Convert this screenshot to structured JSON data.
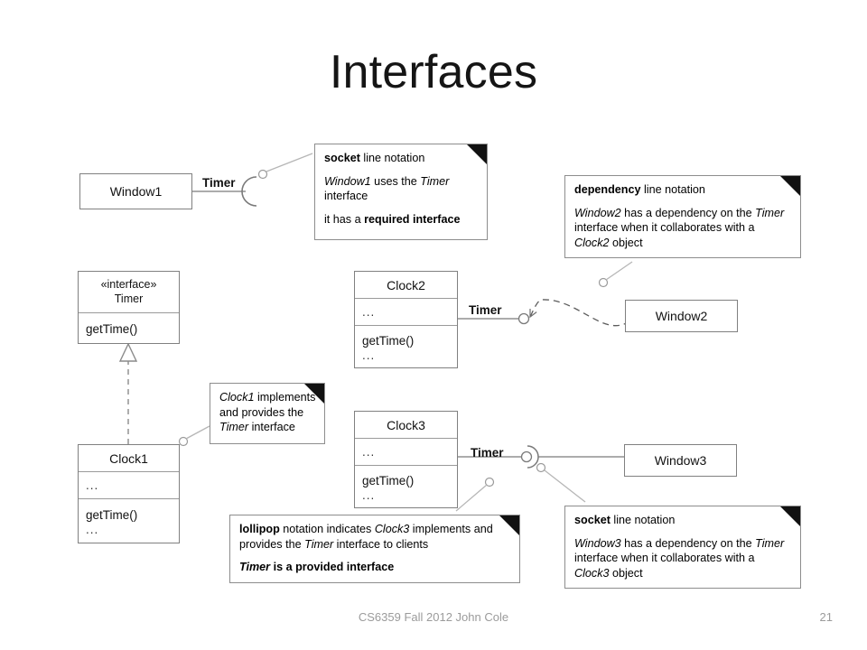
{
  "slide": {
    "title": "Interfaces",
    "footer_text": "CS6359 Fall 2012 John Cole",
    "page_number": "21"
  },
  "colors": {
    "background": "#ffffff",
    "box_border": "#808080",
    "line": "#7a7a7a",
    "note_border": "#8d8d8d",
    "note_fold": "#111111",
    "text": "#111111",
    "footer_text": "#9b9b9b"
  },
  "classes": {
    "window1": {
      "name": "Window1"
    },
    "window2": {
      "name": "Window2"
    },
    "window3": {
      "name": "Window3"
    },
    "timer_interface": {
      "stereotype": "«interface»",
      "name": "Timer",
      "operation": "getTime()"
    },
    "clock1": {
      "name": "Clock1",
      "attributes": "...",
      "operation": "getTime()",
      "operations_more": "..."
    },
    "clock2": {
      "name": "Clock2",
      "attributes": "...",
      "operation": "getTime()",
      "operations_more": "..."
    },
    "clock3": {
      "name": "Clock3",
      "attributes": "...",
      "operation": "getTime()",
      "operations_more": "..."
    }
  },
  "edge_labels": {
    "window1_timer": "Timer",
    "clock2_timer": "Timer",
    "clock3_timer": "Timer"
  },
  "notes": {
    "socket_window1": {
      "line1_bold": "socket",
      "line1_rest": " line notation",
      "line2_a_italic": "Window1",
      "line2_b": " uses the ",
      "line2_c_italic": "Timer",
      "line2_d": " interface",
      "line3_a": "it has a ",
      "line3_b_bold": "required interface"
    },
    "dependency_window2": {
      "line1_bold": "dependency",
      "line1_rest": " line notation",
      "line2_a_italic": "Window2",
      "line2_b": " has a dependency on the ",
      "line2_c_italic": "Timer",
      "line2_d": " interface when it collaborates with a ",
      "line2_e_italic": "Clock2",
      "line2_f": " object"
    },
    "clock1_note": {
      "line_a_italic": "Clock1",
      "line_b": " implements and provides the ",
      "line_c_italic": "Timer",
      "line_d": " interface"
    },
    "lollipop_clock3": {
      "line1_a_bold": "lollipop",
      "line1_b": " notation indicates ",
      "line1_c_italic": "Clock3",
      "line1_d": " implements and provides the ",
      "line1_e_italic": "Timer",
      "line1_f": " interface to clients",
      "line2_a_bolditalic": "Timer",
      "line2_b_bold": " is a provided interface"
    },
    "socket_window3": {
      "line1_bold": "socket",
      "line1_rest": " line notation",
      "line2_a_italic": "Window3",
      "line2_b": " has a dependency on the ",
      "line2_c_italic": "Timer",
      "line2_d": " interface when it collaborates with a ",
      "line2_e_italic": "Clock3",
      "line2_f": " object"
    }
  }
}
